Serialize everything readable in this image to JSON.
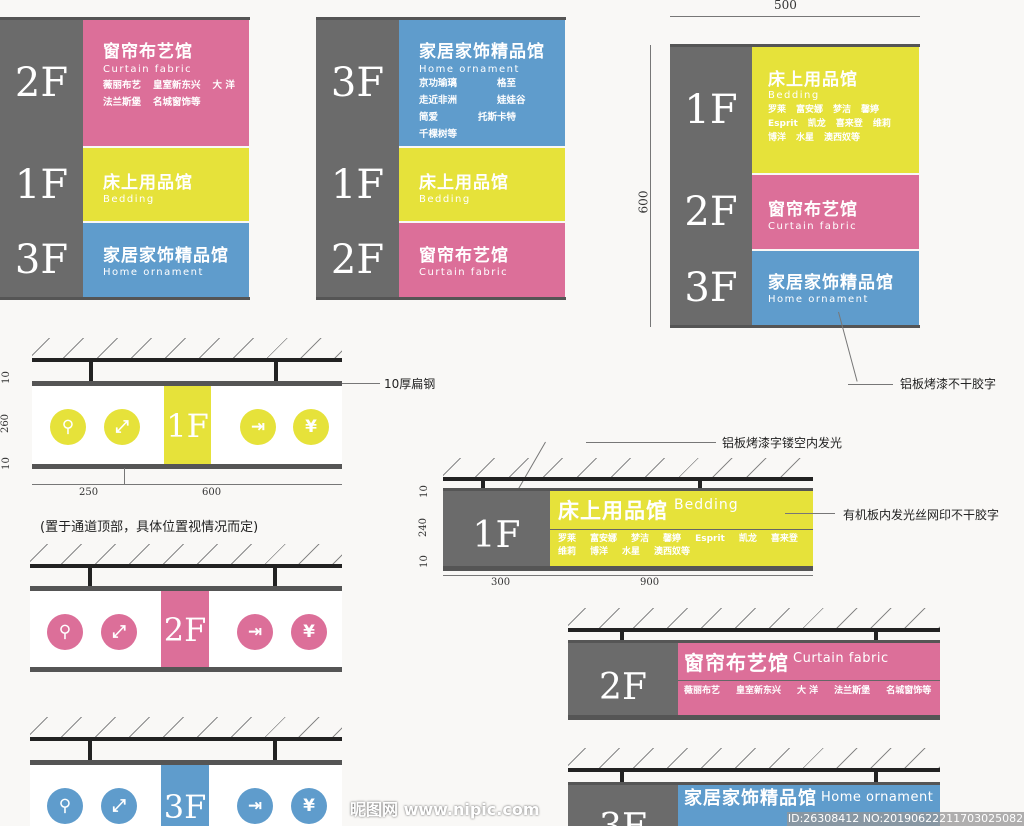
{
  "colors": {
    "pink": "#dc6f99",
    "yellow": "#e6e23a",
    "blue": "#5f9ccc",
    "gray": "#6b6b6b"
  },
  "sections": {
    "curtain": {
      "floor": "2F",
      "title": "窗帘布艺馆",
      "subtitle": "Curtain fabric",
      "brands": [
        "薇丽布艺",
        "皇室新东兴",
        "大 洋",
        "法兰斯堡",
        "名城窗饰等"
      ]
    },
    "bedding": {
      "floor": "1F",
      "title": "床上用品馆",
      "subtitle": "Bedding",
      "brands": [
        "罗莱",
        "富安娜",
        "梦洁",
        "馨婷",
        "Esprit",
        "凯龙",
        "喜来登",
        "维莉",
        "博洋",
        "水星",
        "澳西奴等"
      ]
    },
    "home": {
      "floor": "3F",
      "title": "家居家饰精品馆",
      "subtitle": "Home ornament",
      "brands": [
        "京功瑜璃",
        "格至",
        "走近非洲",
        "娃娃谷",
        "简爱",
        "托斯卡特",
        "千棵树等"
      ]
    }
  },
  "dimensions": {
    "width_500": "500",
    "height_600": "600",
    "d10": "10",
    "d260": "260",
    "d240": "240",
    "d250": "250",
    "d600": "600",
    "d300": "300",
    "d900": "900"
  },
  "annotations": {
    "aluminum_sticker": "铝板烤漆不干胶字",
    "flat_steel": "10厚扁钢",
    "placement_note": "(置于通道顶部，具体位置视情况而定)",
    "hollow_glow": "铝板烤漆字镂空内发光",
    "acrylic_glow": "有机板内发光丝网印不干胶字"
  },
  "icons": {
    "currency_symbol": "¥"
  },
  "watermark": {
    "site": "昵图网 www.nipic.com",
    "id": "ID:26308412 NO:20190622211703025082"
  }
}
